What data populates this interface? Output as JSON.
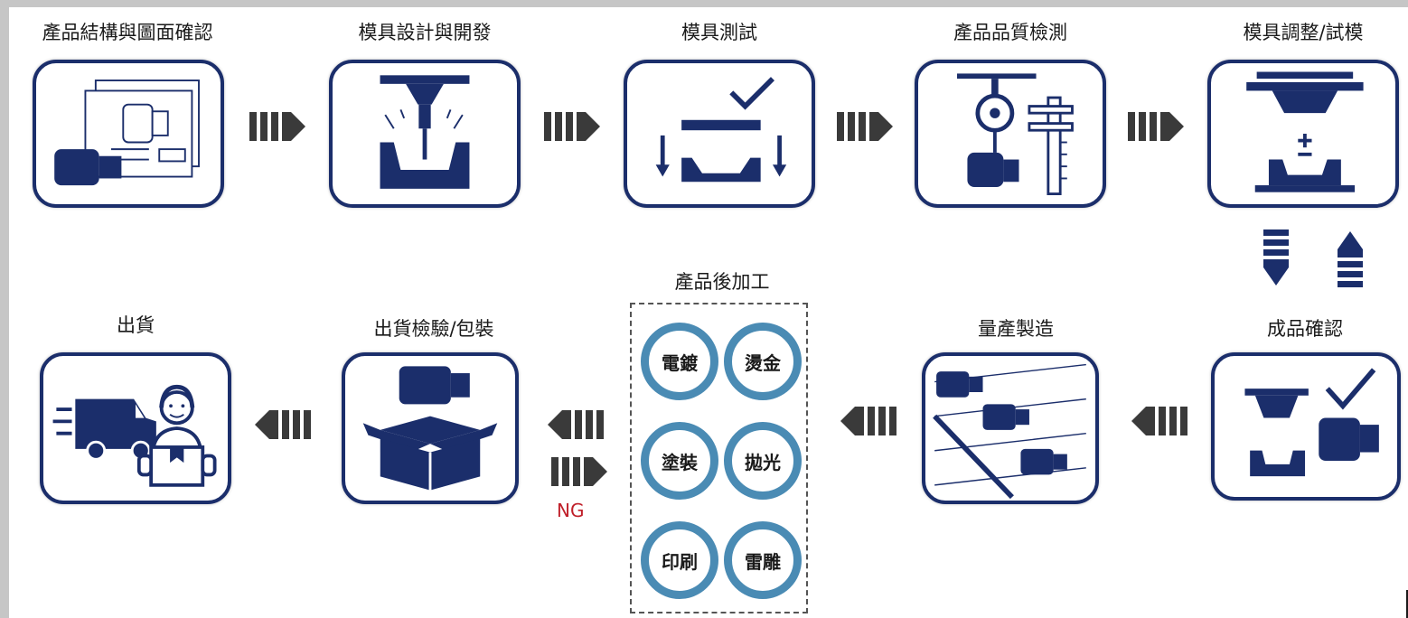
{
  "steps": {
    "s1": "產品結構與圖面確認",
    "s2": "模具設計與開發",
    "s3": "模具測試",
    "s4": "產品品質檢測",
    "s5": "模具調整/試模",
    "s6": "成品確認",
    "s7": "量產製造",
    "s9": "出貨檢驗/包裝",
    "s10": "出貨"
  },
  "post_processing": {
    "title": "產品後加工",
    "items": [
      "電鍍",
      "燙金",
      "塗裝",
      "拋光",
      "印刷",
      "雷雕"
    ]
  },
  "ng_label": "NG",
  "colors": {
    "navy": "#1b2e6b",
    "arrow_gray": "#3a3a3a",
    "ring_blue": "#4a8bb4",
    "ng_red": "#c0202a"
  },
  "icons": [
    "drawing-and-camera-icon",
    "mold-drill-icon",
    "mold-test-check-icon",
    "gauge-caliper-icon",
    "mold-press-adjust-icon",
    "finished-product-check-icon",
    "production-line-icon",
    "package-box-icon",
    "delivery-truck-icon"
  ]
}
